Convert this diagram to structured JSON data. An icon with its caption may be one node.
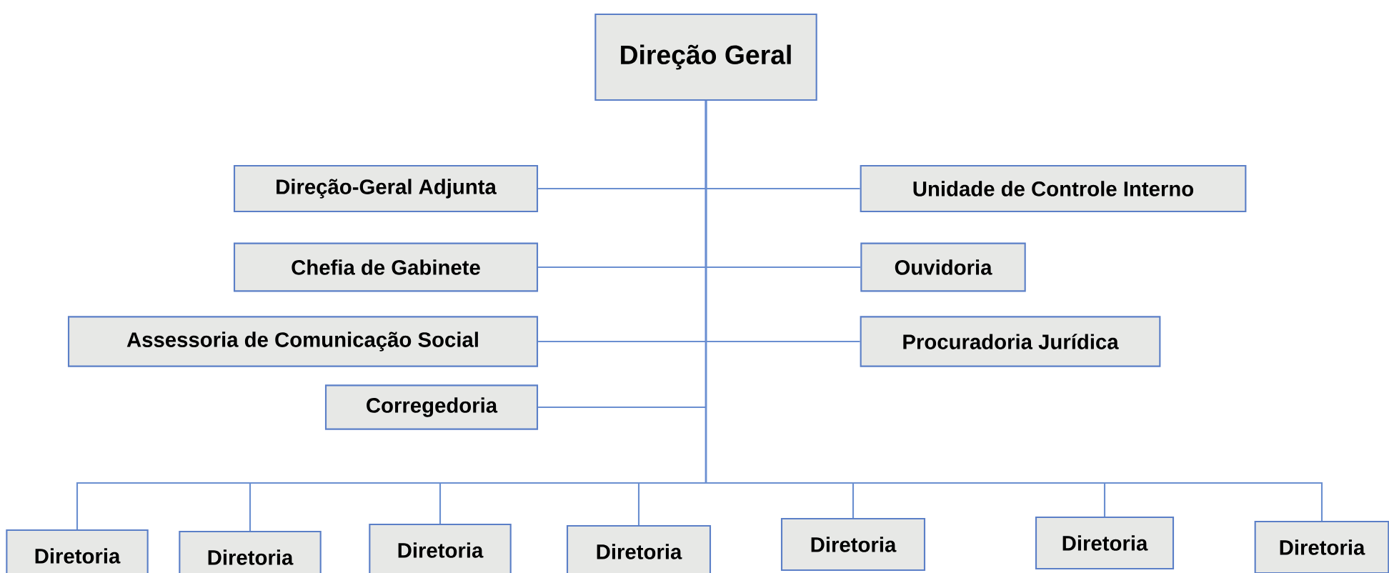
{
  "diagram": {
    "nodes": [
      {
        "text": [
          "Direção Geral"
        ]
      },
      {
        "text": [
          "Direção-Geral Adjunta"
        ]
      },
      {
        "text": [
          "Unidade de Controle Interno"
        ]
      },
      {
        "text": [
          "Chefia de Gabinete"
        ]
      },
      {
        "text": [
          "Ouvidoria"
        ]
      },
      {
        "text": [
          "Assessoria de Comunicação Social"
        ]
      },
      {
        "text": [
          "Procuradoria Jurídica"
        ]
      },
      {
        "text": [
          "Corregedoria"
        ]
      },
      {
        "text": [
          "Diretoria"
        ]
      },
      {
        "text": [
          "Diretoria"
        ]
      },
      {
        "text": [
          "Diretoria"
        ]
      },
      {
        "text": [
          "Diretoria"
        ]
      },
      {
        "text": [
          "Diretoria"
        ]
      },
      {
        "text": [
          "Diretoria"
        ]
      },
      {
        "text": [
          "Diretoria"
        ]
      }
    ],
    "edges": [
      {
        "from": 0,
        "to": 1,
        "arrow": "none"
      },
      {
        "from": 0,
        "to": 2,
        "arrow": "none"
      },
      {
        "from": 0,
        "to": 3,
        "arrow": "none"
      },
      {
        "from": 0,
        "to": 4,
        "arrow": "none"
      },
      {
        "from": 0,
        "to": 5,
        "arrow": "none"
      },
      {
        "from": 0,
        "to": 6,
        "arrow": "none"
      },
      {
        "from": 0,
        "to": 7,
        "arrow": "none"
      },
      {
        "from": 0,
        "to": 8,
        "arrow": "none"
      },
      {
        "from": 0,
        "to": 9,
        "arrow": "none"
      },
      {
        "from": 0,
        "to": 10,
        "arrow": "none"
      },
      {
        "from": 0,
        "to": 11,
        "arrow": "none"
      },
      {
        "from": 0,
        "to": 12,
        "arrow": "none"
      },
      {
        "from": 0,
        "to": 13,
        "arrow": "none"
      },
      {
        "from": 0,
        "to": 14,
        "arrow": "none"
      }
    ]
  }
}
